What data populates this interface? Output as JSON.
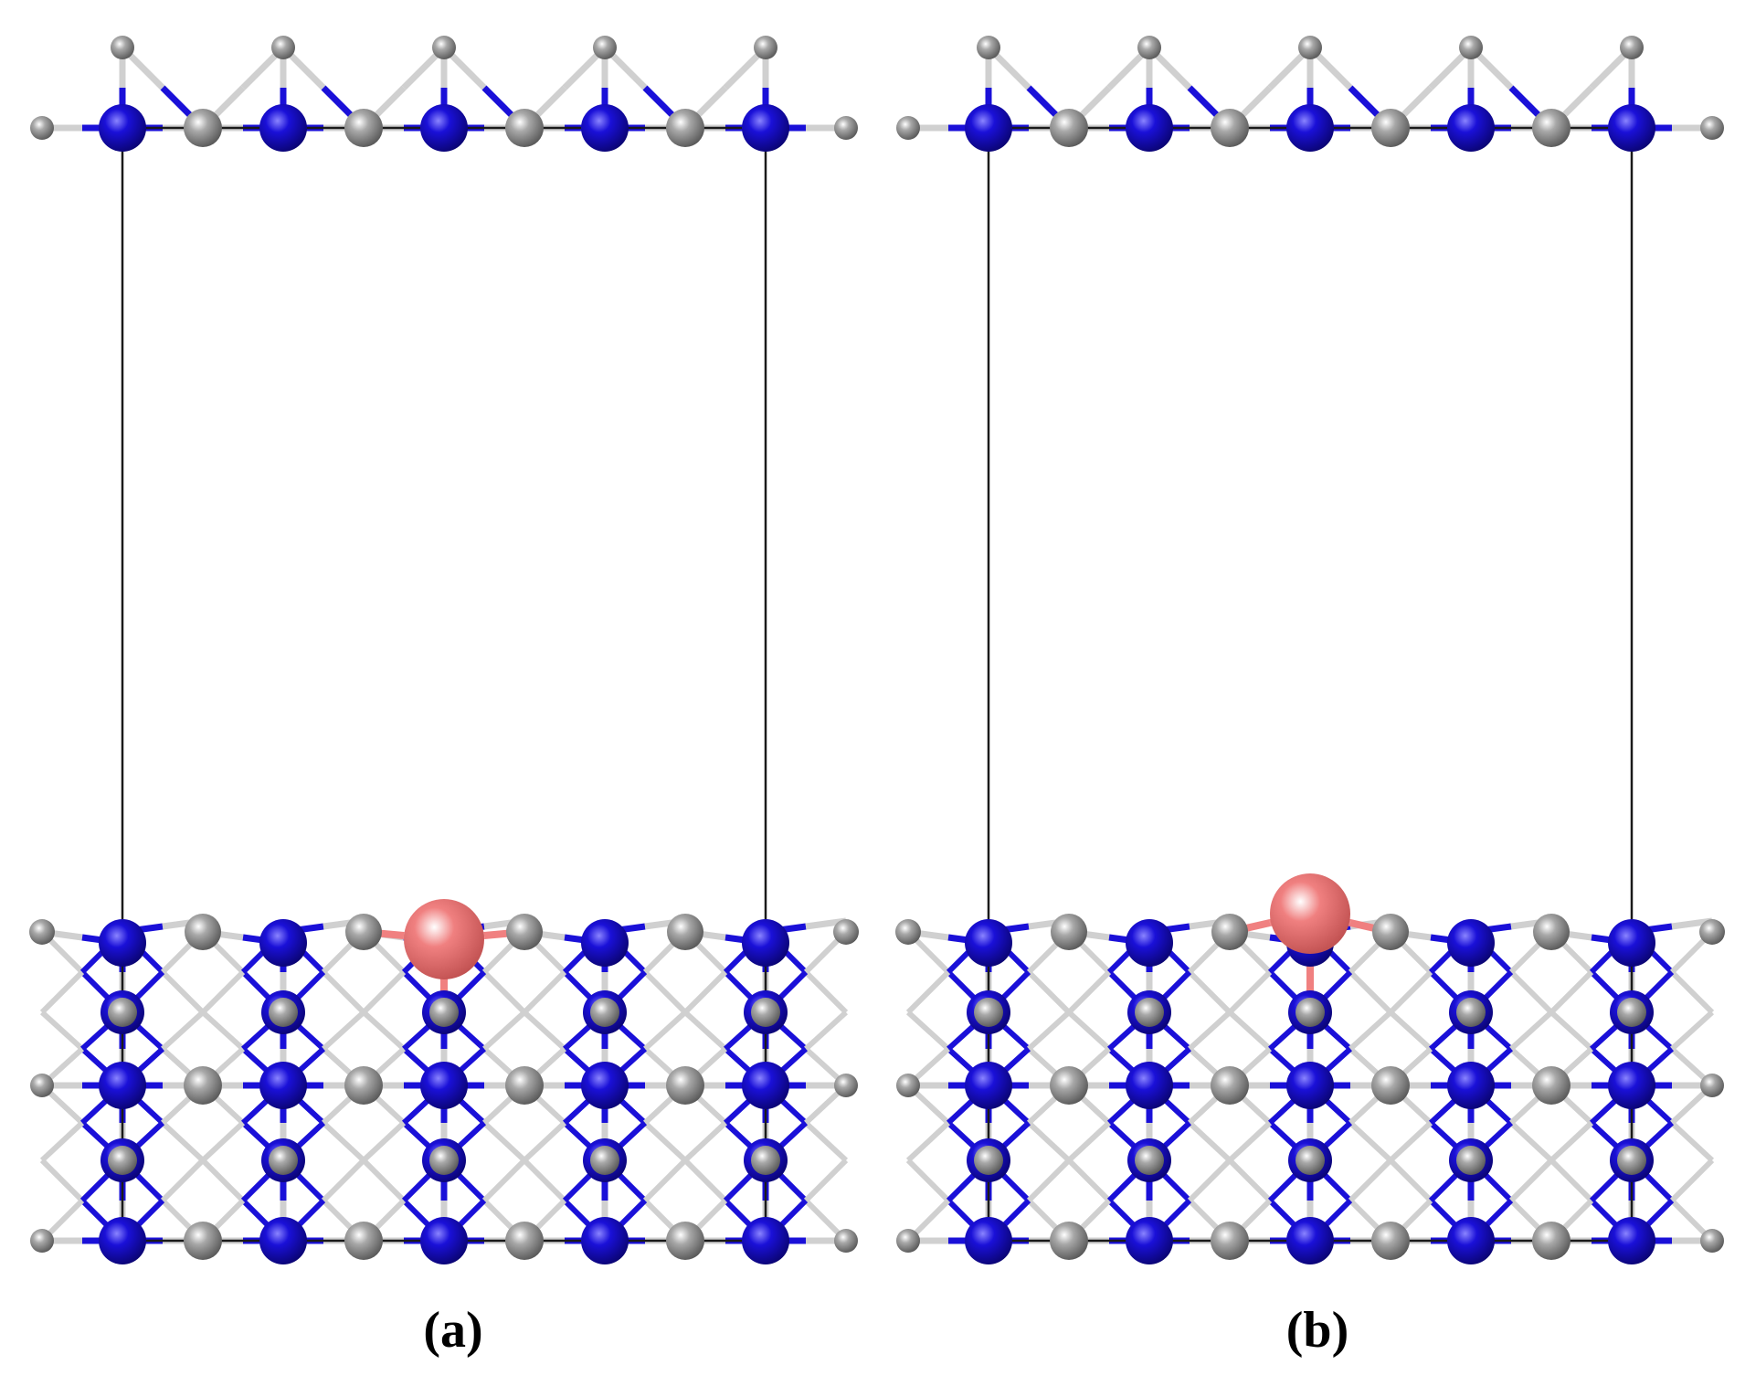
{
  "figure": {
    "colors": {
      "background": "#ffffff",
      "cell_edge": "#1a1a1a",
      "atom_blue": "#1a10d8",
      "atom_blue_dark": "#0a0470",
      "atom_blue_light": "#8a84ff",
      "atom_grey": "#a8a8a8",
      "atom_grey_dark": "#555555",
      "atom_grey_light": "#ffffff",
      "bond_blue": "#1a10d8",
      "bond_grey": "#d0d0d0",
      "adsorbate": "#f08080",
      "adsorbate_dark": "#c05050",
      "adsorbate_light": "#ffffff"
    },
    "panels": [
      {
        "id": "a",
        "label": "(a)",
        "adsorption_site": "hollow"
      },
      {
        "id": "b",
        "label": "(b)",
        "adsorption_site": "top"
      }
    ]
  }
}
